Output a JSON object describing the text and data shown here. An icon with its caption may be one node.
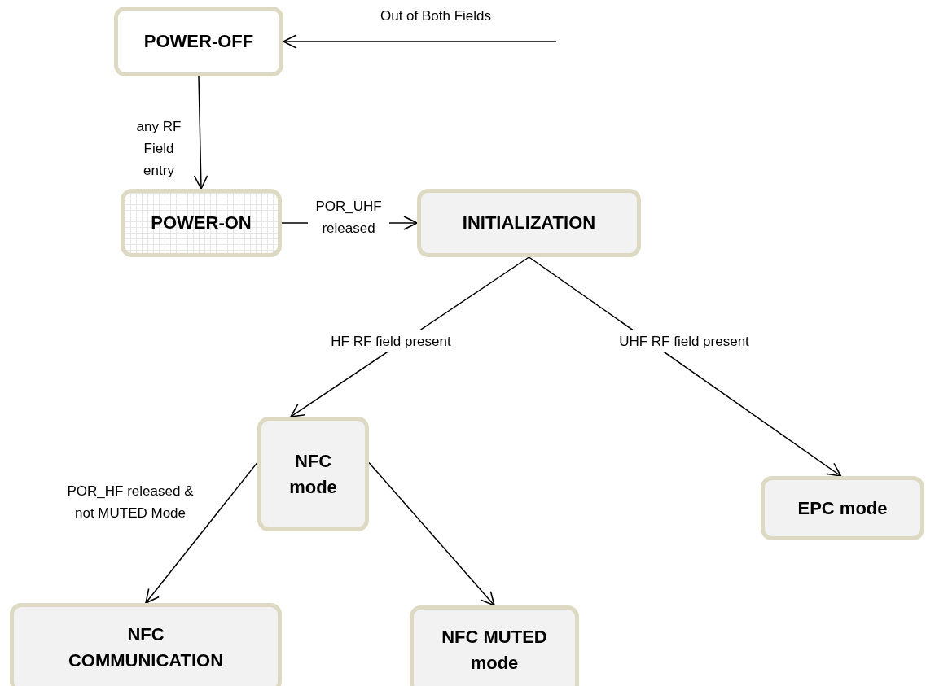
{
  "diagram": {
    "nodes": [
      {
        "text": [
          "POWER-OFF"
        ]
      },
      {
        "text": [
          "POWER-ON"
        ]
      },
      {
        "text": [
          "INITIALIZATION"
        ]
      },
      {
        "text": [
          "NFC mode"
        ]
      },
      {
        "text": [
          "EPC mode"
        ]
      },
      {
        "text": [
          "NFC COMMUNICATION"
        ]
      },
      {
        "text": [
          "NFC MUTED mode"
        ]
      }
    ],
    "edges": [
      {
        "from": null,
        "to": 0,
        "arrow": "to",
        "label": "Out of Both Fields"
      },
      {
        "from": 0,
        "to": 1,
        "arrow": "to",
        "label": "any RF Field entry"
      },
      {
        "from": 1,
        "to": 2,
        "arrow": "to",
        "label": "POR_UHF released"
      },
      {
        "from": 2,
        "to": 3,
        "arrow": "to",
        "label": "HF RF field present"
      },
      {
        "from": 2,
        "to": 4,
        "arrow": "to",
        "label": "UHF RF field present"
      },
      {
        "from": 3,
        "to": 5,
        "arrow": "to",
        "label": "POR_HF released & not MUTED Mode"
      },
      {
        "from": 3,
        "to": 6,
        "arrow": "to"
      }
    ]
  }
}
